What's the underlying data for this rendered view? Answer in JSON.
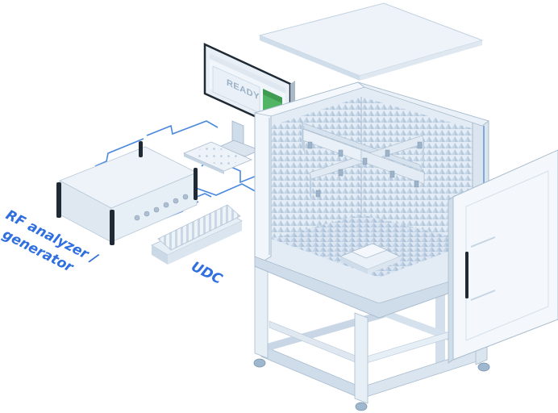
{
  "labels": {
    "rf_line1": "RF analyzer /",
    "rf_line2": "generator",
    "udc": "UDC"
  },
  "monitor": {
    "status_text": "READY"
  },
  "colors": {
    "accent_blue": "#2f6fe0",
    "cable_blue": "#4a88e0",
    "frame_light": "#e6eef6",
    "frame_mid": "#cddcea",
    "frame_dark": "#a9bccd",
    "absorber": "#d7e4f1",
    "monitor_green": "#52b565",
    "outline": "#1f2a35"
  },
  "icons": [
    "rf-analyzer-device",
    "udc-heatsink",
    "monitor",
    "keyboard",
    "anechoic-chamber",
    "chamber-door",
    "chamber-lid",
    "antenna-array",
    "dut-pedestal"
  ]
}
